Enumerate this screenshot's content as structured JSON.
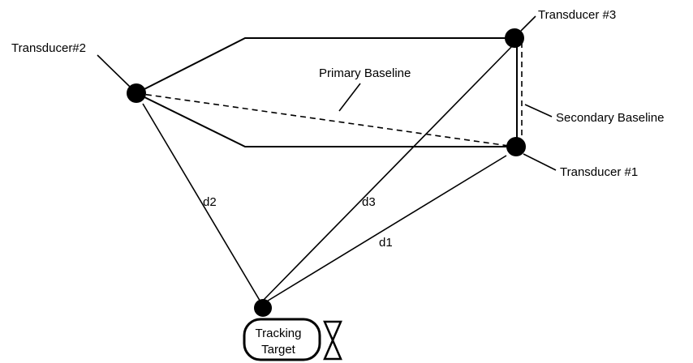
{
  "labels": {
    "transducer_2": "Transducer#2",
    "transducer_3": "Transducer #3",
    "transducer_1": "Transducer #1",
    "primary_baseline": "Primary Baseline",
    "secondary_baseline": "Secondary Baseline",
    "d1": "d1",
    "d2": "d2",
    "d3": "d3",
    "target_line1": "Tracking",
    "target_line2": "Target"
  },
  "icons": {
    "target_marker": "hourglass-icon"
  },
  "colors": {
    "stroke": "#000000",
    "background": "#ffffff"
  }
}
